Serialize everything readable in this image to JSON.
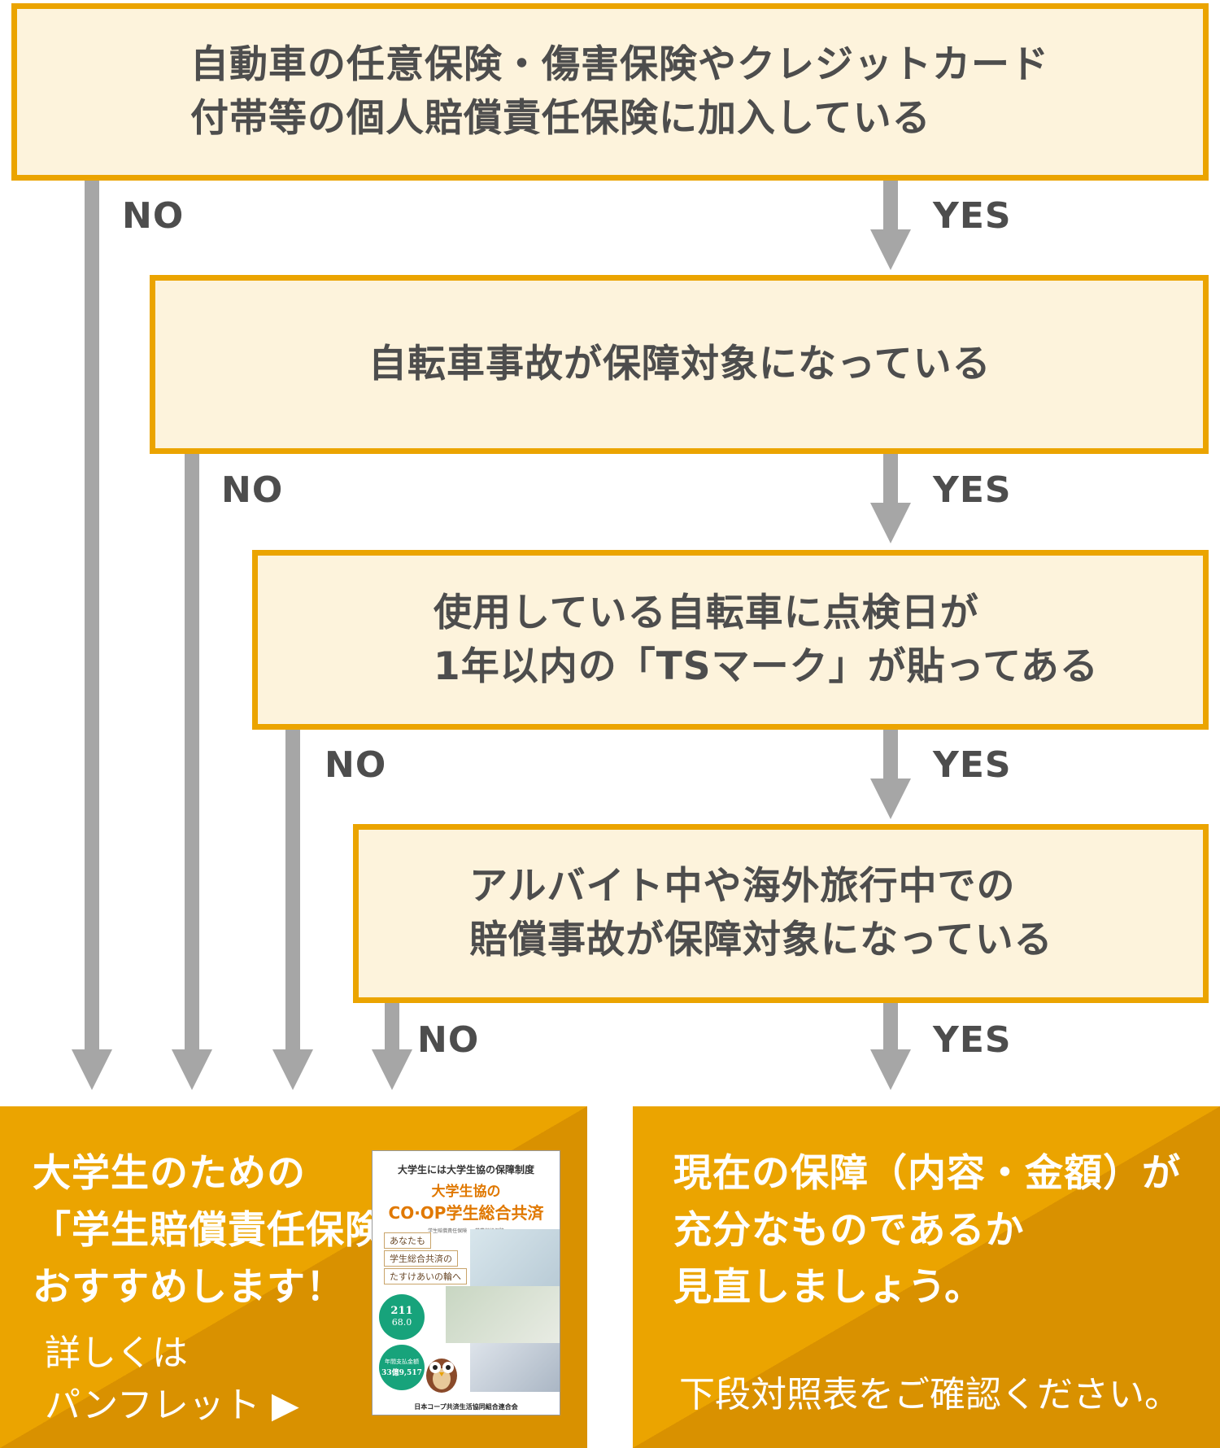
{
  "questions": [
    {
      "text": "自動車の任意保険・傷害保険やクレジットカード\n付帯等の個人賠償責任保険に加入している"
    },
    {
      "text": "自転車事故が保障対象になっている"
    },
    {
      "text": "使用している自転車に点検日が\n1年以内の「TSマーク」が貼ってある"
    },
    {
      "text": "アルバイト中や海外旅行中での\n賠償事故が保障対象になっている"
    }
  ],
  "labels": {
    "no": "NO",
    "yes": "YES"
  },
  "results": {
    "left": {
      "main": "大学生のための\n「学生賠償責任保険」\nおすすめします！",
      "link": "詳しくは\nパンフレット ▶"
    },
    "right": {
      "main": "現在の保障（内容・金額）が\n充分なものであるか\n見直しましょう。",
      "note": "下段対照表をご確認ください。"
    }
  },
  "pamphlet": {
    "top": "大学生には大学生協の保障制度",
    "title1": "大学生協の",
    "title2": "CO·OP学生総合共済",
    "line": "学生賠償責任保険 ・ 学業継続保障",
    "tag1": "あなたも",
    "tag2": "学生総合共済の",
    "tag3": "たすけあいの輪へ",
    "stat1a": "211",
    "stat1b": "68.0",
    "stat2a": "年間支払金額",
    "stat2b": "33億9,517",
    "footer": "日本コープ共済生活協同組合連合会"
  },
  "colors": {
    "border": "#eba400",
    "box_fill": "#fdf3dc",
    "text": "#4d4d4d",
    "arrow": "#a6a6a6",
    "result_light": "#eba400",
    "result_dark": "#d99100"
  }
}
